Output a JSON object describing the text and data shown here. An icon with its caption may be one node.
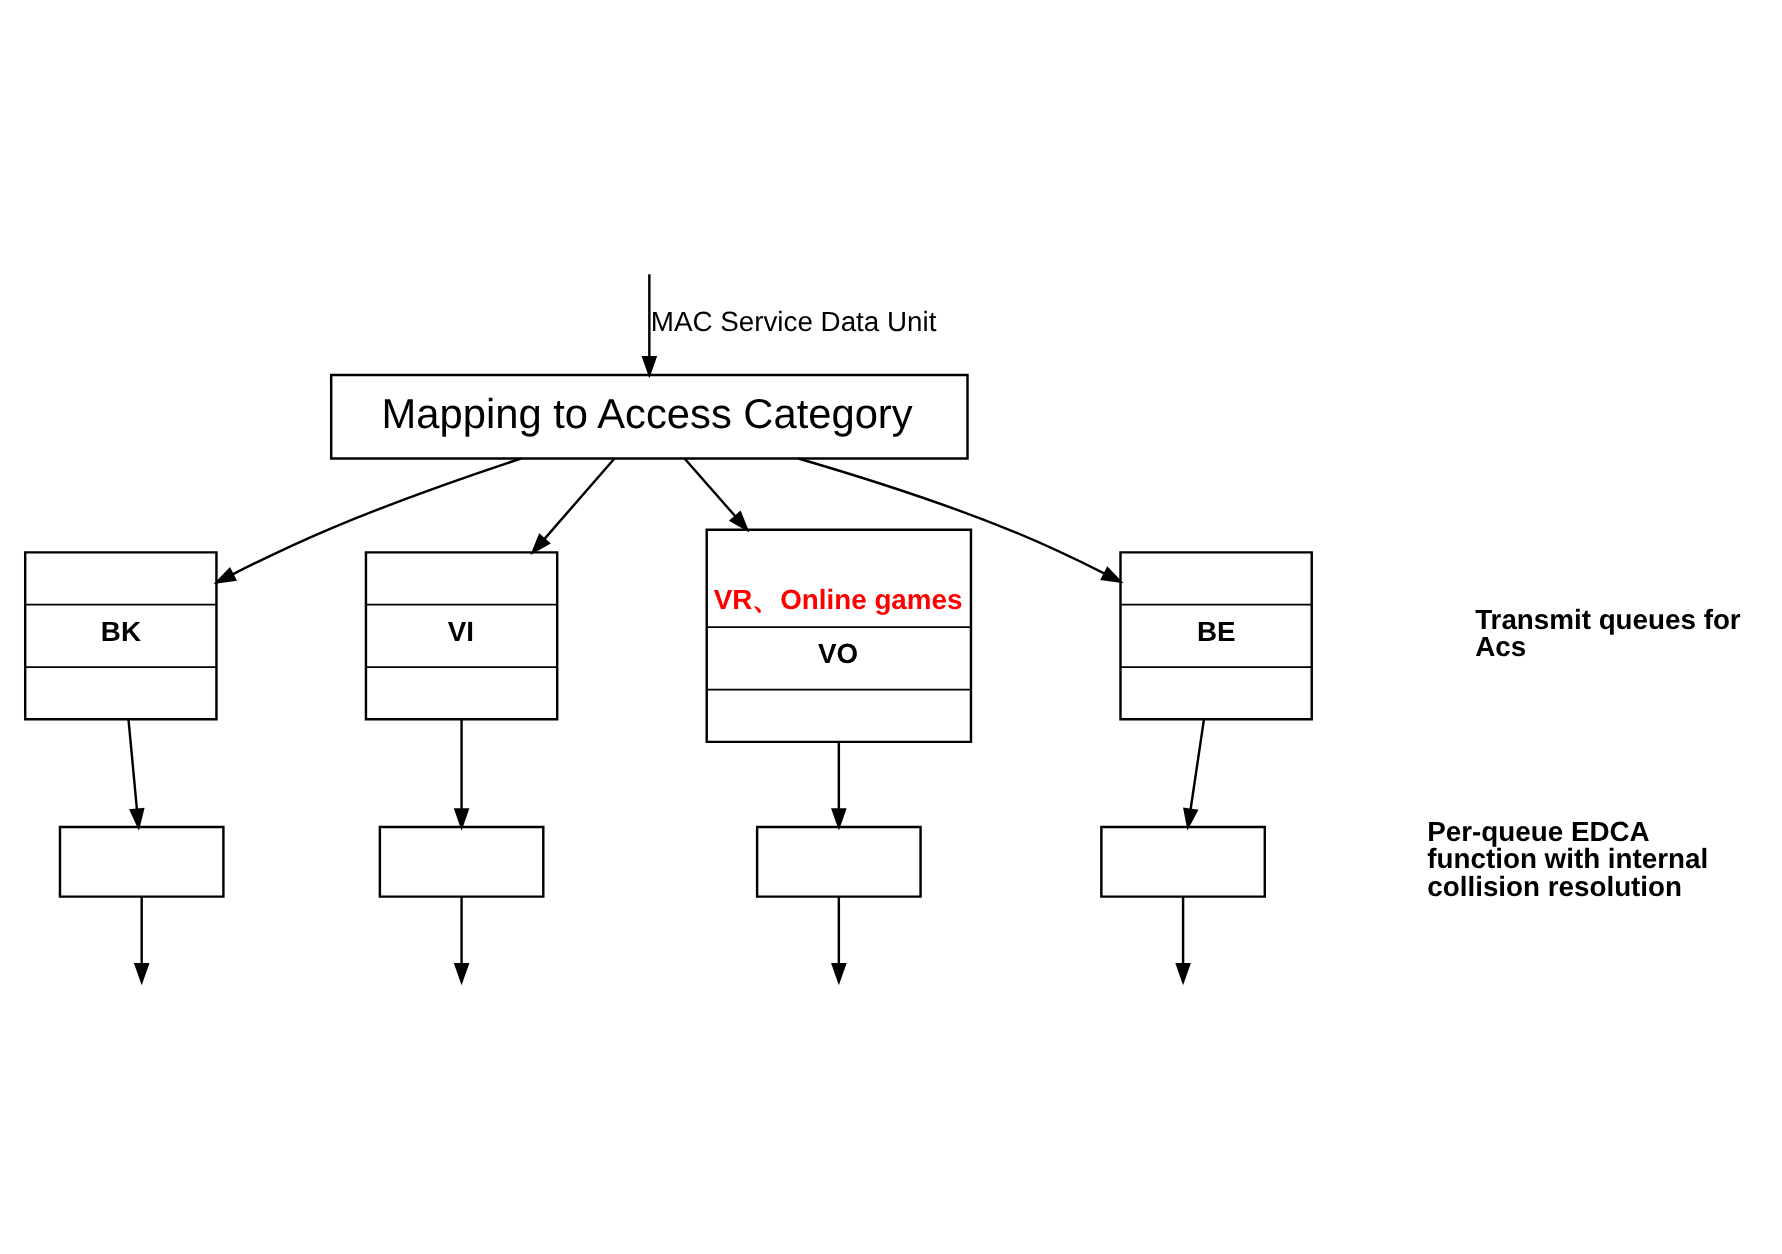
{
  "diagram": {
    "nodes": [
      {
        "text": [
          "Mapping to Access Category"
        ]
      },
      {
        "text": [
          "BK"
        ]
      },
      {
        "text": [
          "VI"
        ]
      },
      {
        "text": [
          "VR、Online games",
          "VO"
        ]
      },
      {
        "text": [
          "BE"
        ]
      },
      {
        "text": [],
        "shape": "box"
      },
      {
        "text": [],
        "shape": "box"
      },
      {
        "text": [],
        "shape": "box"
      },
      {
        "text": [],
        "shape": "box"
      }
    ],
    "edges": [
      {
        "from": null,
        "to": 0,
        "arrow": "to",
        "label": "MAC Service Data Unit"
      },
      {
        "from": 0,
        "to": 1,
        "arrow": "to"
      },
      {
        "from": 0,
        "to": 2,
        "arrow": "to"
      },
      {
        "from": 0,
        "to": 3,
        "arrow": "to"
      },
      {
        "from": 0,
        "to": 4,
        "arrow": "to"
      },
      {
        "from": 1,
        "to": 5,
        "arrow": "to"
      },
      {
        "from": 2,
        "to": 6,
        "arrow": "to"
      },
      {
        "from": 3,
        "to": 7,
        "arrow": "to"
      },
      {
        "from": 4,
        "to": 8,
        "arrow": "to"
      },
      {
        "from": 5,
        "to": null,
        "arrow": "to"
      },
      {
        "from": 6,
        "to": null,
        "arrow": "to"
      },
      {
        "from": 7,
        "to": null,
        "arrow": "to"
      },
      {
        "from": 8,
        "to": null,
        "arrow": "to"
      }
    ],
    "labels": [
      "Transmit queues for Acs",
      "Per-queue EDCA function with internal collision resolution"
    ]
  }
}
